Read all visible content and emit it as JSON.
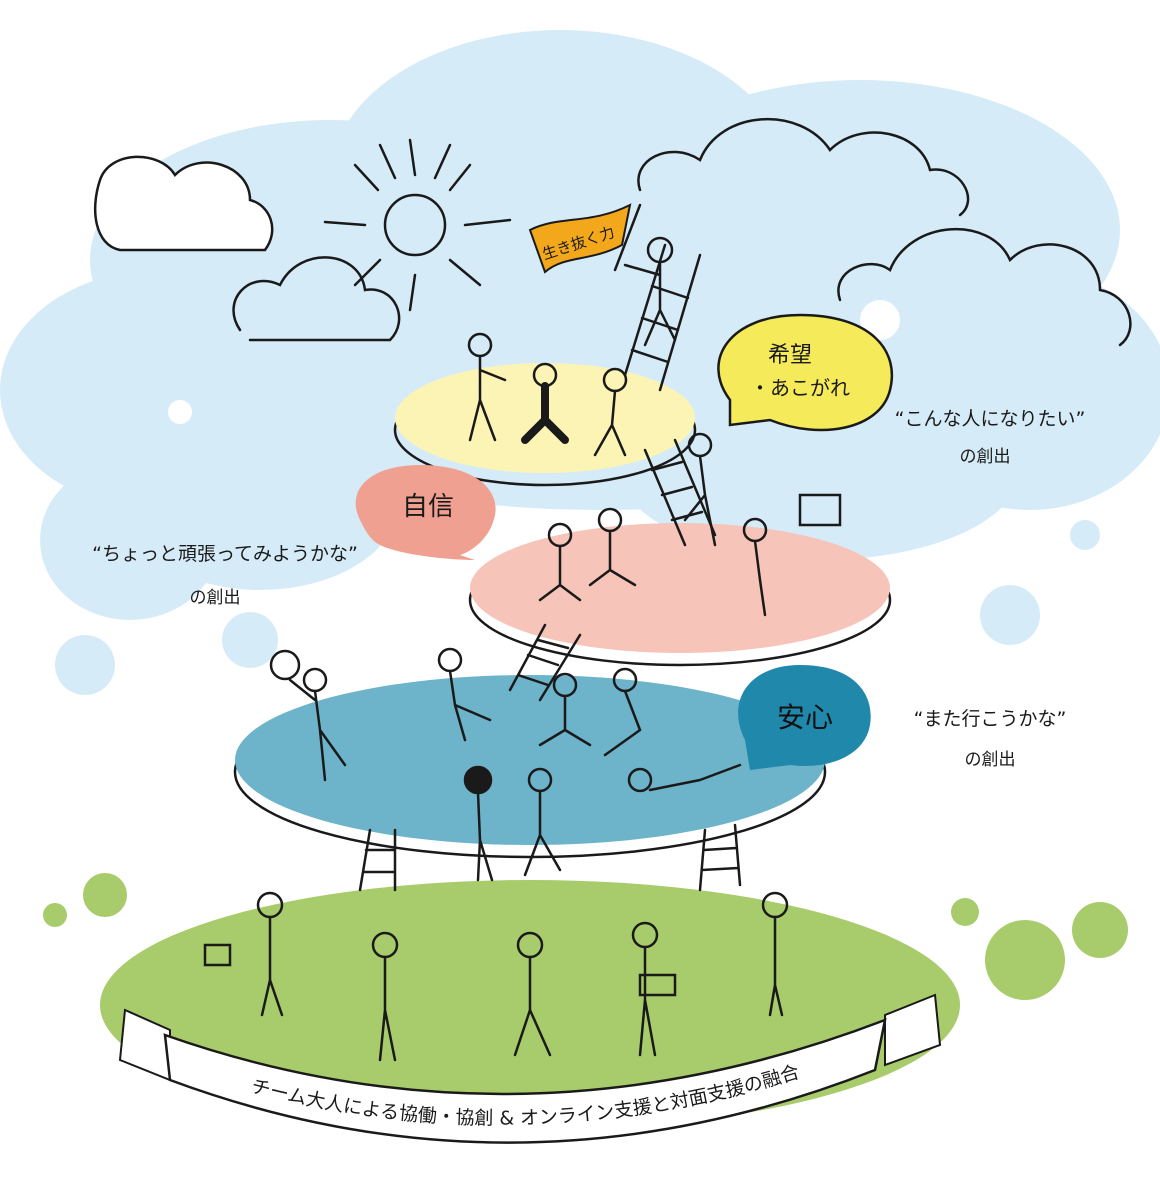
{
  "flag": {
    "label": "生き抜く力",
    "color": "#f3a81c"
  },
  "levels": [
    {
      "bubble": "希望",
      "bubble_line2": "・あこがれ",
      "quote": "“こんな人になりたい”",
      "sub": "の創出",
      "platform_color": "#fbf4b4",
      "bubble_color": "#f4ea5a"
    },
    {
      "bubble": "自信",
      "quote": "“ちょっと頑張ってみようかな”",
      "sub": "の創出",
      "platform_color": "#f6c4b8",
      "bubble_color": "#f0a090"
    },
    {
      "bubble": "安心",
      "quote": "“また行こうかな”",
      "sub": "の創出",
      "platform_color": "#6db3c9",
      "bubble_color": "#1f88ab"
    }
  ],
  "ground": {
    "color": "#a8cc6b"
  },
  "banner": {
    "text": "チーム大人による協働・協創 & オンライン支援と対面支援の融合"
  },
  "sky_color": "#d6ebf8"
}
